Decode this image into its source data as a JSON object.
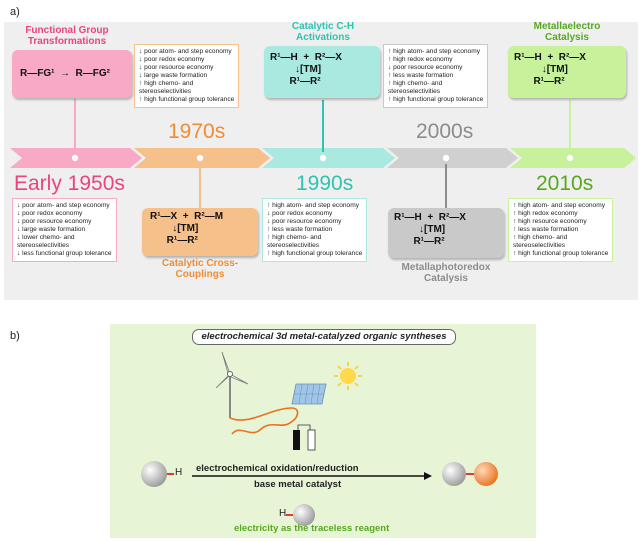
{
  "labels": {
    "a": "a)",
    "b": "b)"
  },
  "colors": {
    "pink": "#f7a9c6",
    "pink_dark": "#e8457e",
    "orange": "#f6c08a",
    "orange_dark": "#ee8d36",
    "teal": "#a9e9e0",
    "teal_dark": "#2fc3b1",
    "grey": "#c9c9c9",
    "grey_dark": "#8c8c8c",
    "green": "#c7f19b",
    "green_dark": "#57a81f",
    "panel_b": "#e7f5d6"
  },
  "eras": [
    {
      "id": "1950s",
      "year": "Early 1950s",
      "title": "Functional Group Transformations",
      "scheme": "R—FG¹  →  R—FG²",
      "props": [
        "↓ poor atom- and step economy",
        "↓ poor redox economy",
        "↓ poor resource economy",
        "↓ large waste formation",
        "↓ lower chemo- and",
        "   stereoselectivities",
        "↓ less functional group tolerance"
      ]
    },
    {
      "id": "1970s",
      "year": "1970s",
      "title": "Catalytic Cross-Couplings",
      "scheme": "R¹—X  +  R²—M\n        ↓[TM]\n      R¹—R²",
      "props": [
        "↓ poor atom- and step economy",
        "↓ poor redox economy",
        "↓ poor resource economy",
        "↓ large waste formation",
        "↑ high chemo- and",
        "   stereoselectivities",
        "↑ high functional group tolerance"
      ]
    },
    {
      "id": "1990s",
      "year": "1990s",
      "title": "Catalytic C-H Activations",
      "scheme": "R¹—H  +  R²—X\n         ↓[TM]\n       R¹—R²",
      "props": [
        "↑ high atom- and step economy",
        "↓ poor redox economy",
        "↓ poor resource economy",
        "↑ less waste formation",
        "↑ high chemo- and",
        "   stereoselectivities",
        "↑ high functional group tolerance"
      ]
    },
    {
      "id": "2000s",
      "year": "2000s",
      "title": "Metallaphotoredox Catalysis",
      "scheme": "R¹—H  +  R²—X\n         ↓[TM]\n       R¹—R²",
      "props": [
        "↑ high atom- and step economy",
        "↑ high redox economy",
        "↓ poor resource economy",
        "↑ less waste formation",
        "↑ high chemo- and",
        "   stereoselectivities",
        "↑ high functional group tolerance"
      ]
    },
    {
      "id": "2010s",
      "year": "2010s",
      "title": "Metallaelectro Catalysis",
      "scheme": "R¹—H  +  R²—X\n          ↓[TM]\n       R¹—R²",
      "props": [
        "↑ high atom- and step economy",
        "↑ high redox economy",
        "↑ high resource economy",
        "↑ less waste formation",
        "↑ high chemo- and",
        "   stereoselectivities",
        "↑ high functional group tolerance"
      ]
    }
  ],
  "panel_b": {
    "title": "electrochemical 3d metal-catalyzed organic syntheses",
    "arrow_top": "electrochemical oxidation/reduction",
    "arrow_bottom": "base metal catalyst",
    "h_label": "H",
    "footer": "electricity as the traceless reagent"
  }
}
